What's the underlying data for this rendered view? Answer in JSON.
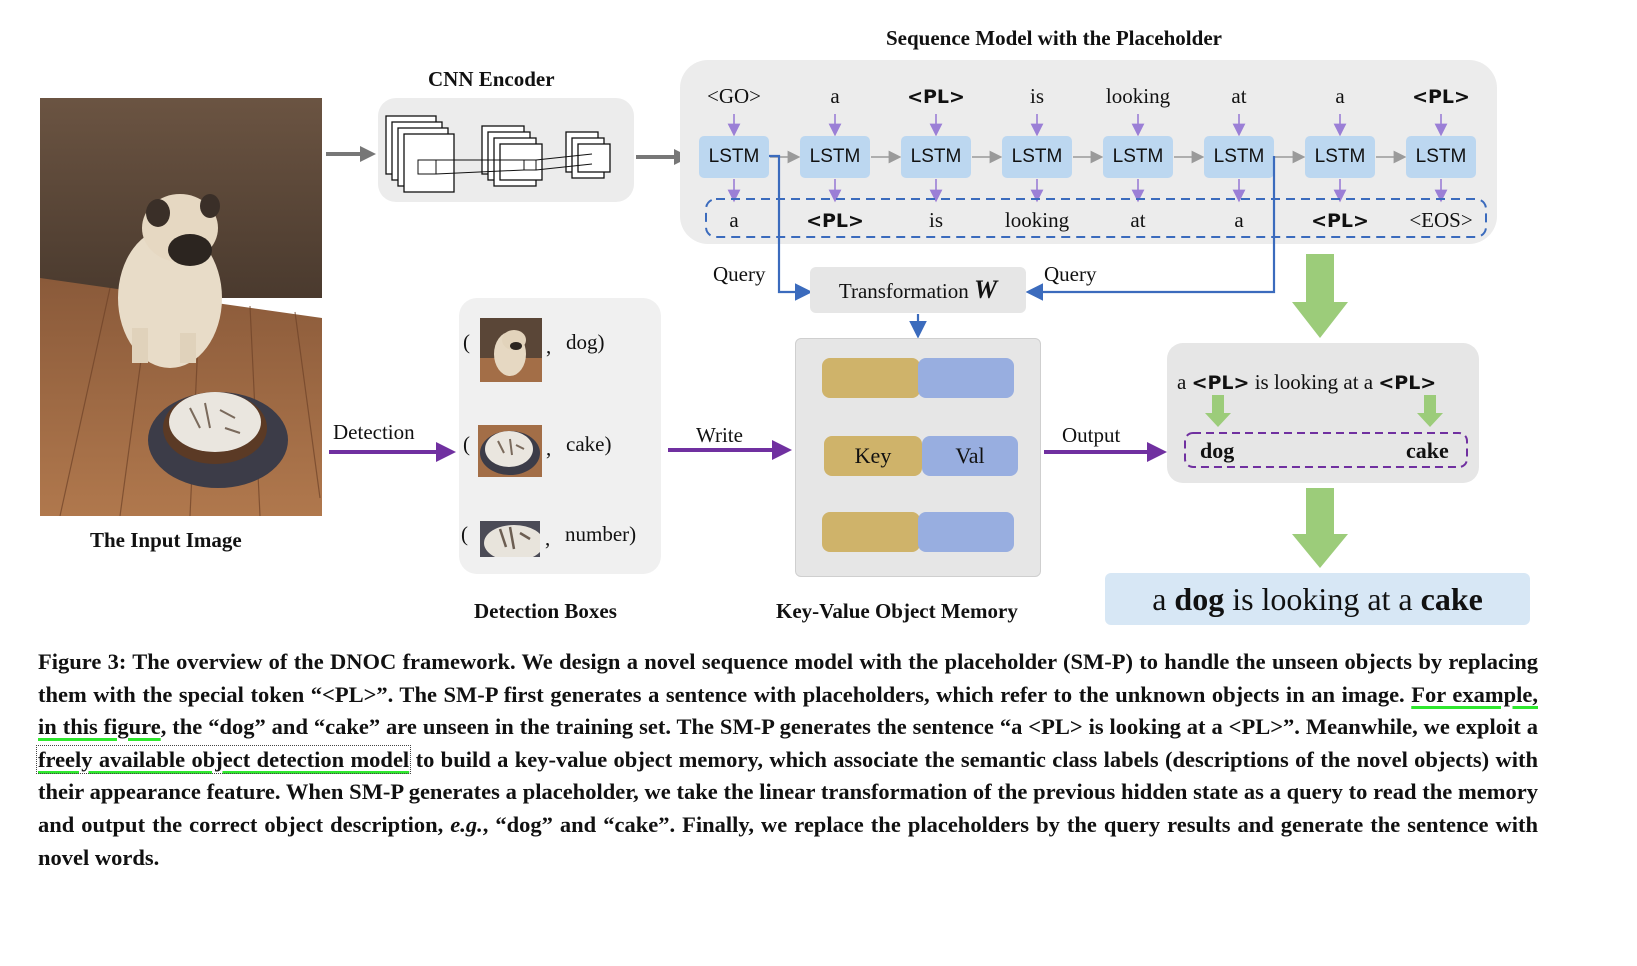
{
  "figure": {
    "input_image_label": "The Input Image",
    "cnn_title": "CNN Encoder",
    "seq_title": "Sequence Model with the Placeholder",
    "inputs": [
      "<GO>",
      "a",
      "<PL>",
      "is",
      "looking",
      "at",
      "a",
      "<PL>"
    ],
    "lstm_label": "LSTM",
    "outputs": [
      "a",
      "<PL>",
      "is",
      "looking",
      "at",
      "a",
      "<PL>",
      "<EOS>"
    ],
    "query_left": "Query",
    "query_right": "Query",
    "transformation_label": "Transformation",
    "transformation_symbol": "W",
    "detection_label": "Detection",
    "detections": [
      {
        "paren_open": "(",
        "label": "dog)"
      },
      {
        "paren_open": "(",
        "label": "cake)"
      },
      {
        "paren_open": "(",
        "label": "number)"
      }
    ],
    "comma": ",",
    "detection_boxes_label": "Detection Boxes",
    "write_label": "Write",
    "memory_key": "Key",
    "memory_val": "Val",
    "memory_label": "Key-Value Object Memory",
    "output_label": "Output",
    "template_sentence": {
      "w1": "a",
      "w2": "<PL>",
      "w3": "is looking at a",
      "w4": "<PL>"
    },
    "filled_words": [
      "dog",
      "cake"
    ],
    "final_sentence": {
      "w1": "a",
      "w2": "dog",
      "w3": "is looking at a",
      "w4": "cake"
    }
  },
  "caption": {
    "s1": "Figure 3: The overview of the DNOC framework. We design a novel sequence model with the placeholder (SM-P) to handle the unseen objects by replacing them with the special token “<PL>”. The SM-P first generates a sentence with placeholders, which refer to the unknown objects in an image.",
    "s2": "For example, in this figure",
    "s3": ", the “dog” and “cake” are unseen in the training set. The SM-P generates the sentence “a <PL> is looking at a <PL>”. Meanwhile, we exploit a",
    "s4": "freely available object detection model",
    "s5": "to build a key-value object memory, which associate the semantic class labels (descriptions of the novel objects) with their appearance feature. When SM-P generates a placeholder, we take the linear transformation of the previous hidden state as a query to read the memory and output the correct object description,",
    "s6": "e.g.",
    "s7": ", “dog” and “cake”. Finally, we replace the placeholders by the query results and generate the sentence with novel words."
  },
  "colors": {
    "panel": "#ececec",
    "lstm": "#bcd7f0",
    "key": "#cfb36a",
    "val": "#98aee0",
    "purple": "#7030a0",
    "green": "#9ccc7a",
    "blue": "#3b6bbd",
    "final_box": "#d7e7f5"
  }
}
